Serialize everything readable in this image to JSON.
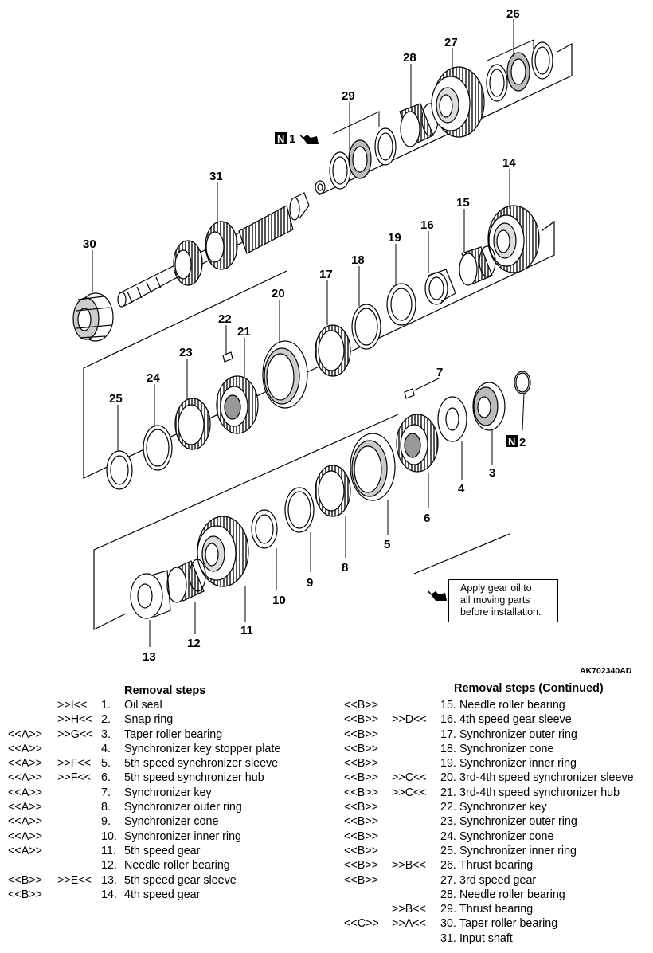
{
  "figure_code": "AK702340AD",
  "note": {
    "lines": [
      "Apply gear oil to",
      "all moving parts",
      "before installation."
    ],
    "icon": "oil-can-icon"
  },
  "markers": {
    "nonreusable_label": "N",
    "oil_icon": "oil-can-icon"
  },
  "part_labels": {
    "p1": "1",
    "p2": "2",
    "p3": "3",
    "p4": "4",
    "p5": "5",
    "p6": "6",
    "p7": "7",
    "p8": "8",
    "p9": "9",
    "p10": "10",
    "p11": "11",
    "p12": "12",
    "p13": "13",
    "p14": "14",
    "p15": "15",
    "p16": "16",
    "p17": "17",
    "p18": "18",
    "p19": "19",
    "p20": "20",
    "p21": "21",
    "p22": "22",
    "p23": "23",
    "p24": "24",
    "p25": "25",
    "p26": "26",
    "p27": "27",
    "p28": "28",
    "p29": "29",
    "p30": "30",
    "p31": "31"
  },
  "removal_steps_left": {
    "title": "Removal steps",
    "rows": [
      {
        "c1": "",
        "c2": ">>I<<",
        "num": "1.",
        "name": "Oil seal"
      },
      {
        "c1": "",
        "c2": ">>H<<",
        "num": "2.",
        "name": "Snap ring"
      },
      {
        "c1": "<<A>>",
        "c2": ">>G<<",
        "num": "3.",
        "name": "Taper roller bearing"
      },
      {
        "c1": "<<A>>",
        "c2": "",
        "num": "4.",
        "name": "Synchronizer key stopper plate"
      },
      {
        "c1": "<<A>>",
        "c2": ">>F<<",
        "num": "5.",
        "name": "5th speed synchronizer sleeve"
      },
      {
        "c1": "<<A>>",
        "c2": ">>F<<",
        "num": "6.",
        "name": "5th speed synchronizer hub"
      },
      {
        "c1": "<<A>>",
        "c2": "",
        "num": "7.",
        "name": "Synchronizer key"
      },
      {
        "c1": "<<A>>",
        "c2": "",
        "num": "8.",
        "name": "Synchronizer outer ring"
      },
      {
        "c1": "<<A>>",
        "c2": "",
        "num": "9.",
        "name": "Synchronizer cone"
      },
      {
        "c1": "<<A>>",
        "c2": "",
        "num": "10.",
        "name": "Synchronizer inner ring"
      },
      {
        "c1": "<<A>>",
        "c2": "",
        "num": "11.",
        "name": "5th speed gear"
      },
      {
        "c1": "",
        "c2": "",
        "num": "12.",
        "name": "Needle roller bearing"
      },
      {
        "c1": "<<B>>",
        "c2": ">>E<<",
        "num": "13.",
        "name": "5th speed gear sleeve"
      },
      {
        "c1": "<<B>>",
        "c2": "",
        "num": "14.",
        "name": "4th speed gear"
      }
    ]
  },
  "removal_steps_right": {
    "title": "Removal steps (Continued)",
    "rows": [
      {
        "c1": "<<B>>",
        "c2": "",
        "num": "15.",
        "name": "Needle roller bearing"
      },
      {
        "c1": "<<B>>",
        "c2": ">>D<<",
        "num": "16.",
        "name": "4th speed gear sleeve"
      },
      {
        "c1": "<<B>>",
        "c2": "",
        "num": "17.",
        "name": "Synchronizer outer ring"
      },
      {
        "c1": "<<B>>",
        "c2": "",
        "num": "18.",
        "name": "Synchronizer cone"
      },
      {
        "c1": "<<B>>",
        "c2": "",
        "num": "19.",
        "name": "Synchronizer inner ring"
      },
      {
        "c1": "<<B>>",
        "c2": ">>C<<",
        "num": "20.",
        "name": "3rd-4th speed synchronizer sleeve"
      },
      {
        "c1": "<<B>>",
        "c2": ">>C<<",
        "num": "21.",
        "name": "3rd-4th speed synchronizer hub"
      },
      {
        "c1": "<<B>>",
        "c2": "",
        "num": "22.",
        "name": "Synchronizer key"
      },
      {
        "c1": "<<B>>",
        "c2": "",
        "num": "23.",
        "name": "Synchronizer outer ring"
      },
      {
        "c1": "<<B>>",
        "c2": "",
        "num": "24.",
        "name": "Synchronizer cone"
      },
      {
        "c1": "<<B>>",
        "c2": "",
        "num": "25.",
        "name": "Synchronizer inner ring"
      },
      {
        "c1": "<<B>>",
        "c2": ">>B<<",
        "num": "26.",
        "name": "Thrust bearing"
      },
      {
        "c1": "<<B>>",
        "c2": "",
        "num": "27.",
        "name": "3rd speed gear"
      },
      {
        "c1": "",
        "c2": "",
        "num": "28.",
        "name": "Needle roller bearing"
      },
      {
        "c1": "",
        "c2": ">>B<<",
        "num": "29.",
        "name": "Thrust bearing"
      },
      {
        "c1": "<<C>>",
        "c2": ">>A<<",
        "num": "30.",
        "name": "Taper roller bearing"
      },
      {
        "c1": "",
        "c2": "",
        "num": "31.",
        "name": "Input shaft"
      }
    ]
  }
}
